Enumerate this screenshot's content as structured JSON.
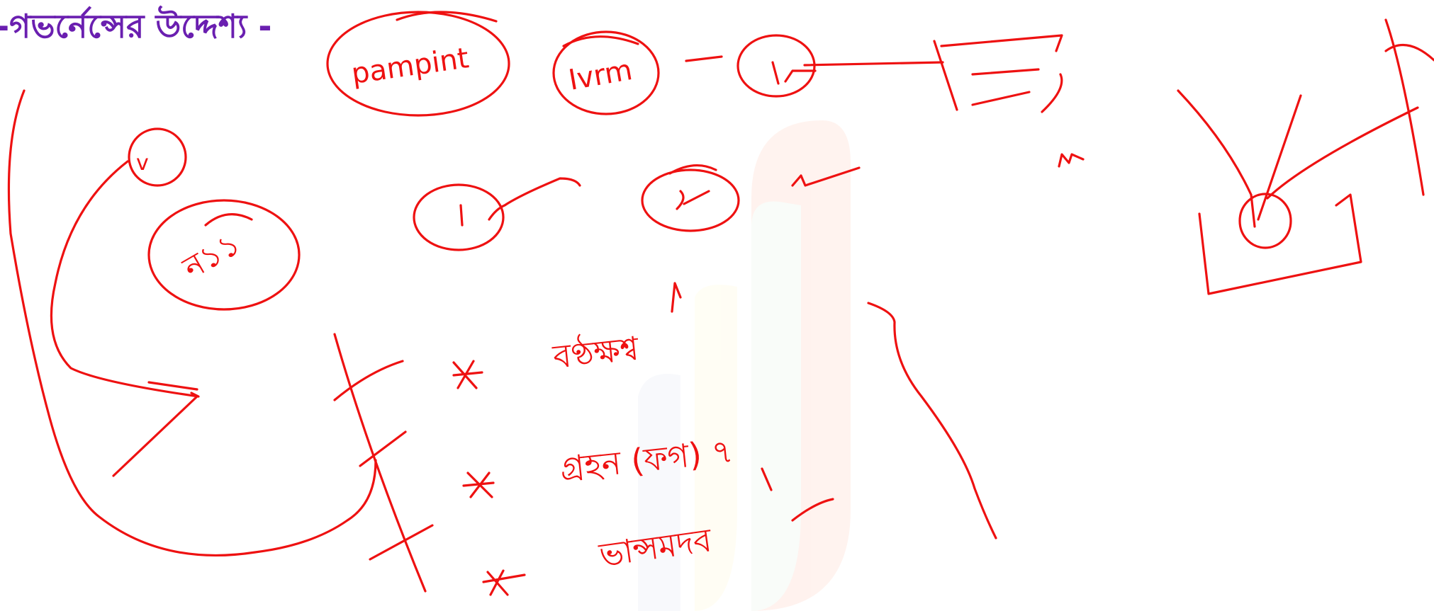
{
  "heading": {
    "text": "-গভর্নেন্সের উদ্দেশ্য -",
    "color": "#6a1fb0"
  },
  "ink_color": "#ee1111",
  "watermark": {
    "shape": "logo-arches",
    "colors": [
      "#ff8a65",
      "#c8e6c9",
      "#fff59d",
      "#c5cae9"
    ]
  },
  "annotations": {
    "circle_top_left": "pampint",
    "circle_top_middle": "Ivrm",
    "circle_top_right": "1",
    "circle_small_left": "v",
    "circle_left": "ন১১",
    "circle_middle_1": "1",
    "circle_middle_2": "ৈ",
    "small_mark": "m",
    "line_1": "বণ্ঠক্ষশ্ব",
    "line_2": "গ্রহন (ফগ) ৭",
    "line_3": "ভান্সমদব",
    "bullet_symbol": "*"
  }
}
